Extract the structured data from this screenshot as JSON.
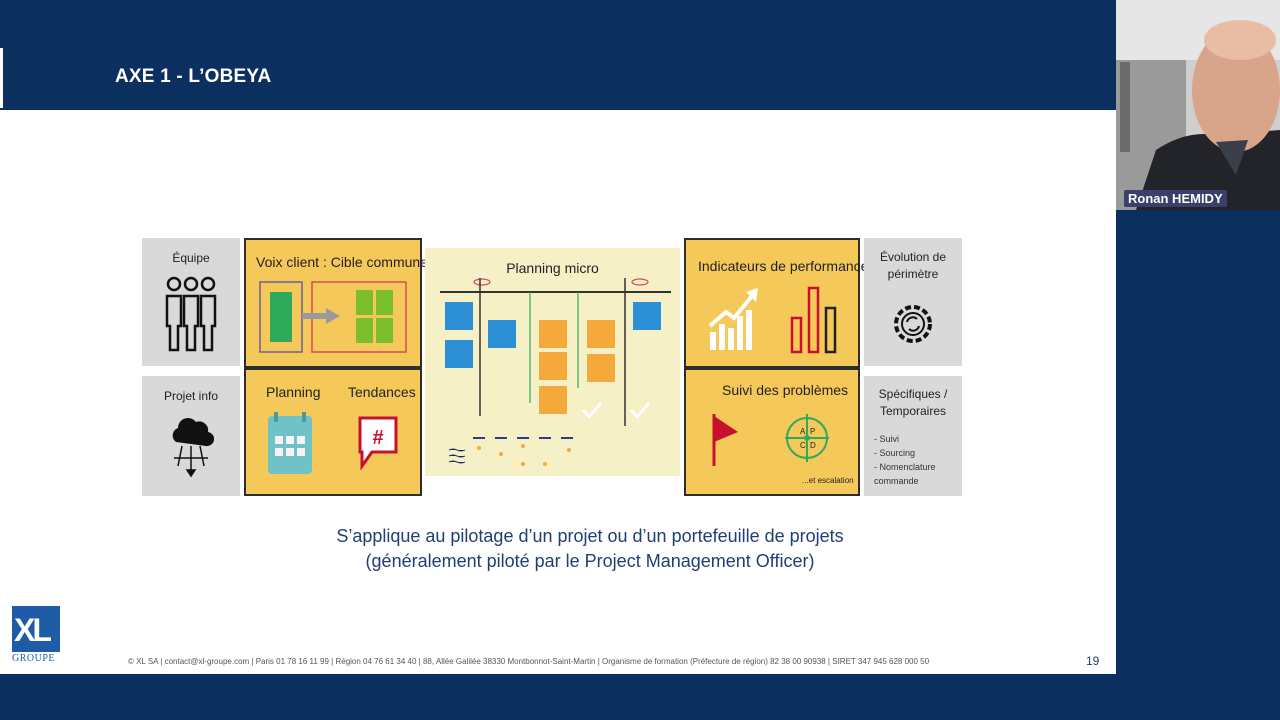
{
  "slide": {
    "title": "AXE 1 - L’OBEYA",
    "caption_line1": "S’applique au pilotage d’un projet ou d’un portefeuille de projets",
    "caption_line2": "(généralement piloté par le Project Management Officer)",
    "footer": "© XL SA | contact@xl-groupe.com | Paris 01 78 16 11 99 | Région 04 76 61 34 40 | 88, Allée Galilée 38330 Montbonnot-Saint-Martin | Organisme de formation (Préfecture de région) 82 38 00 90938 | SIRET 347 945 628 000 50",
    "page_number": "19"
  },
  "logo": {
    "mark": "XL",
    "subtitle": "GROUPE"
  },
  "diagram": {
    "equipe": "Équipe",
    "voix_client": "Voix client : Cible commune",
    "planning_micro": "Planning micro",
    "indicateurs": "Indicateurs de performance",
    "evolution_l1": "Évolution de",
    "evolution_l2": "périmètre",
    "projet_info": "Projet info",
    "planning": "Planning",
    "tendances": "Tendances",
    "suivi_problemes": "Suivi des problèmes",
    "escalation": "...et escalation",
    "specifiques_l1": "Spécifiques /",
    "specifiques_l2": "Temporaires",
    "spec_items": [
      "- Suivi",
      "- Sourcing",
      "- Nomenclature",
      "commande"
    ],
    "pdca": [
      "A",
      "P",
      "C",
      "D"
    ]
  },
  "participant": {
    "name": "Ronan HEMIDY"
  },
  "colors": {
    "header": "#0b2f5e",
    "panel_yellow": "#f5c85a",
    "panel_gray": "#d9d9d9",
    "center": "#f6f0c6",
    "caption": "#1f3f74"
  },
  "icons": [
    "team-icon",
    "cloud-network-icon",
    "calendar-icon",
    "hashtag-chat-icon",
    "growth-chart-icon",
    "bar-chart-icon",
    "gear-icon",
    "red-flag-icon",
    "pdca-target-icon",
    "checkmark-icon"
  ]
}
